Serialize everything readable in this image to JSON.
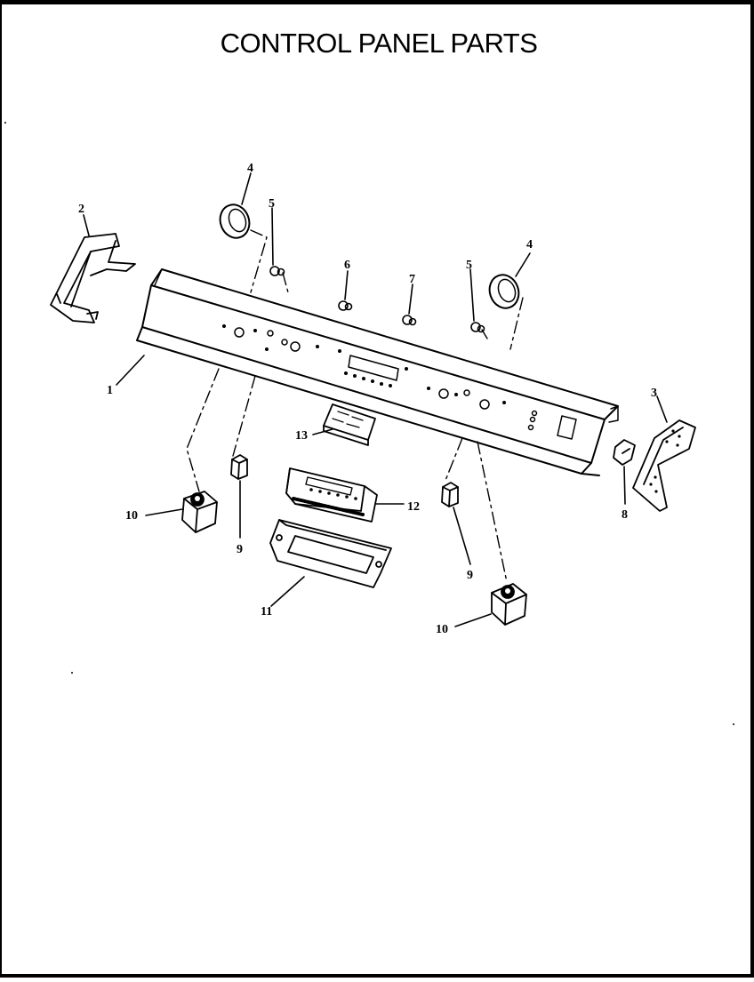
{
  "title": "CONTROL PANEL PARTS",
  "callouts": {
    "c1": "1",
    "c2": "2",
    "c3": "3",
    "c4a": "4",
    "c4b": "4",
    "c5a": "5",
    "c5b": "5",
    "c6": "6",
    "c7": "7",
    "c8": "8",
    "c9a": "9",
    "c9b": "9",
    "c10a": "10",
    "c10b": "10",
    "c11": "11",
    "c12": "12",
    "c13": "13"
  }
}
